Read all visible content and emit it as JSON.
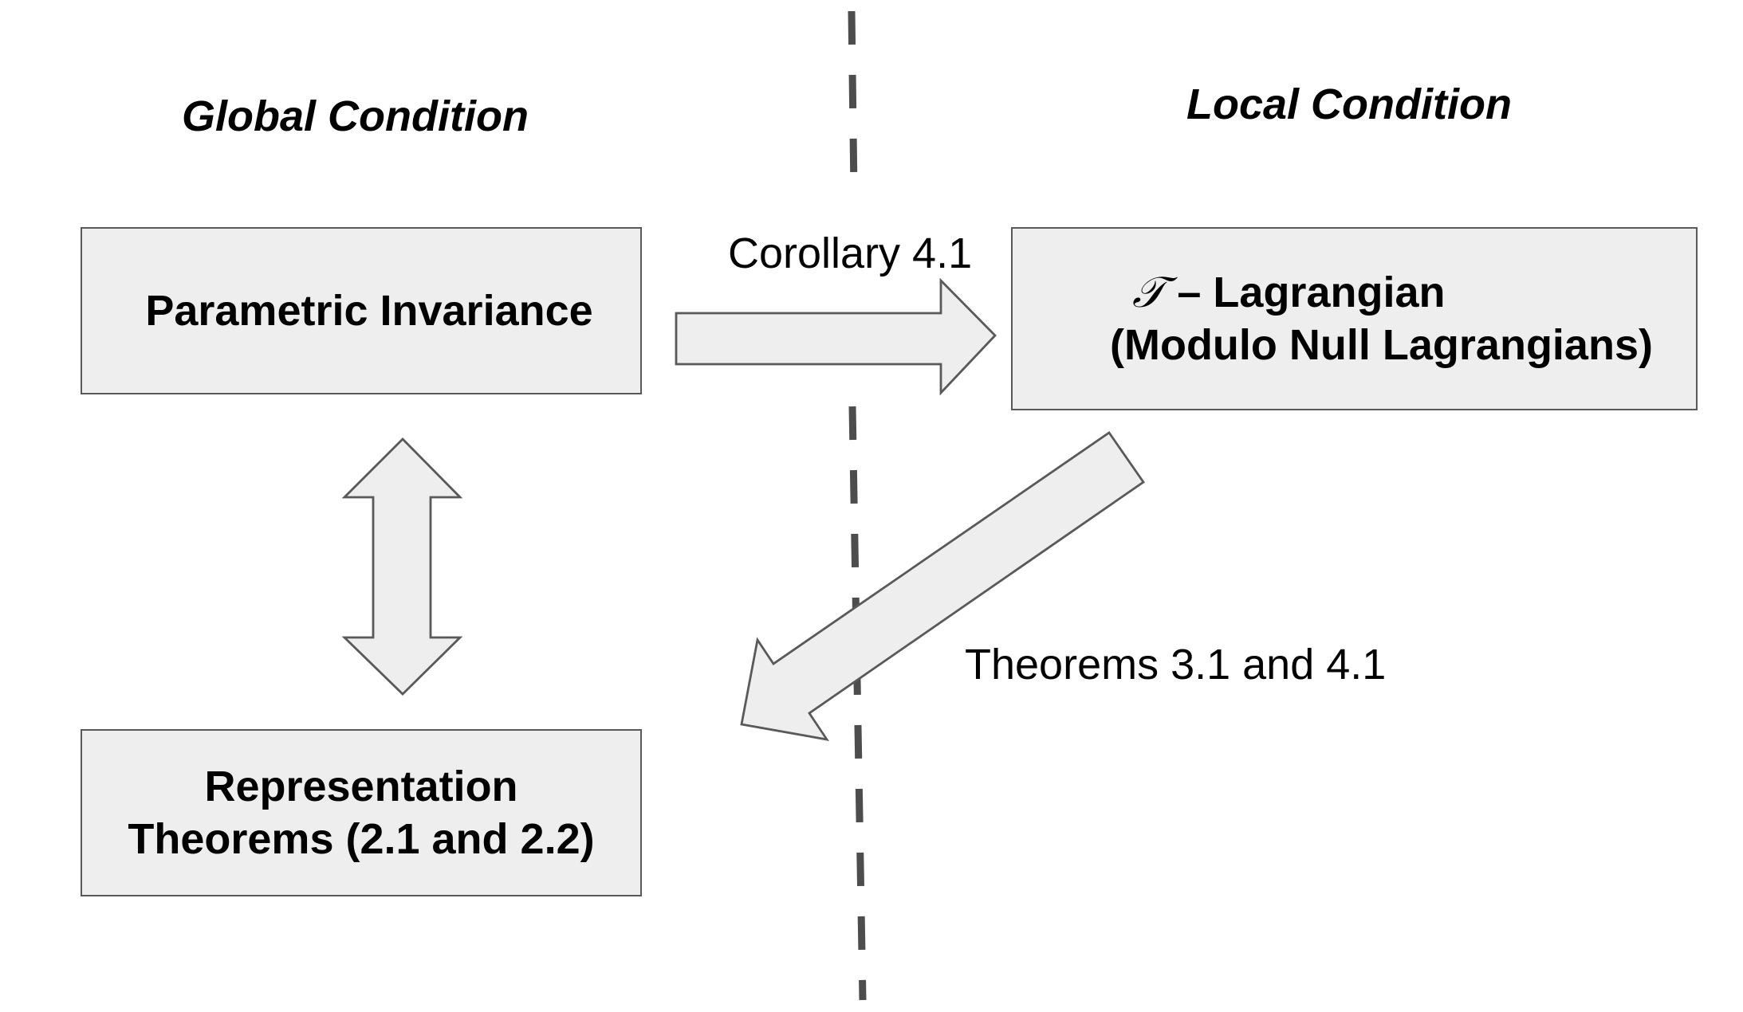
{
  "colors": {
    "box_fill": "#eeeeee",
    "box_border": "#595959",
    "divider": "#4d4d4d",
    "text": "#000000"
  },
  "headings": {
    "global": "Global Condition",
    "local": "Local Condition"
  },
  "nodes": {
    "parametric_invariance": {
      "label": "Parametric Invariance"
    },
    "t_lagrangian": {
      "symbol": "𝒯",
      "line1": "– Lagrangian",
      "line2": "(Modulo Null Lagrangians)"
    },
    "representation_theorems": {
      "line1": "Representation",
      "line2": "Theorems (2.1 and 2.2)"
    }
  },
  "edges": {
    "corollary": {
      "label": "Corollary 4.1",
      "from": "parametric_invariance",
      "to": "t_lagrangian"
    },
    "theorems": {
      "label": "Theorems 3.1 and 4.1",
      "from": "t_lagrangian",
      "to": "representation_theorems"
    },
    "equivalence": {
      "from": "parametric_invariance",
      "to": "representation_theorems"
    }
  }
}
